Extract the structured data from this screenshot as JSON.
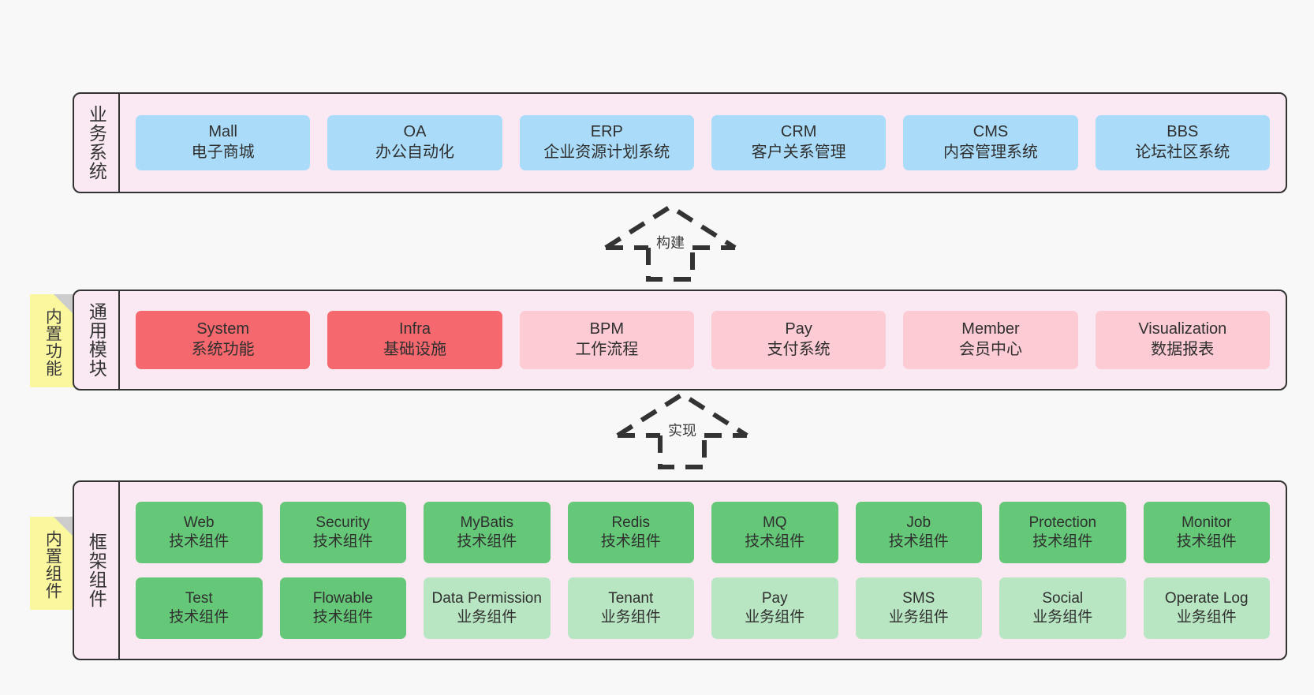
{
  "diagram": {
    "background_color": "#f8f8f8",
    "panel_fill": "#fae9f3",
    "panel_border": "#333333"
  },
  "layers": [
    {
      "id": "business",
      "title": "业务系统",
      "note": null,
      "rows": [
        {
          "cards": [
            {
              "en": "Mall",
              "cn": "电子商城",
              "style": "blue"
            },
            {
              "en": "OA",
              "cn": "办公自动化",
              "style": "blue"
            },
            {
              "en": "ERP",
              "cn": "企业资源计划系统",
              "style": "blue"
            },
            {
              "en": "CRM",
              "cn": "客户关系管理",
              "style": "blue"
            },
            {
              "en": "CMS",
              "cn": "内容管理系统",
              "style": "blue"
            },
            {
              "en": "BBS",
              "cn": "论坛社区系统",
              "style": "blue"
            }
          ]
        }
      ]
    },
    {
      "id": "common",
      "title": "通用模块",
      "note": "内置功能",
      "rows": [
        {
          "cards": [
            {
              "en": "System",
              "cn": "系统功能",
              "style": "red"
            },
            {
              "en": "Infra",
              "cn": "基础设施",
              "style": "red"
            },
            {
              "en": "BPM",
              "cn": "工作流程",
              "style": "pink"
            },
            {
              "en": "Pay",
              "cn": "支付系统",
              "style": "pink"
            },
            {
              "en": "Member",
              "cn": "会员中心",
              "style": "pink"
            },
            {
              "en": "Visualization",
              "cn": "数据报表",
              "style": "pink"
            }
          ]
        }
      ]
    },
    {
      "id": "framework",
      "title": "框架组件",
      "note": "内置组件",
      "rows": [
        {
          "cards": [
            {
              "en": "Web",
              "cn": "技术组件",
              "style": "green"
            },
            {
              "en": "Security",
              "cn": "技术组件",
              "style": "green"
            },
            {
              "en": "MyBatis",
              "cn": "技术组件",
              "style": "green"
            },
            {
              "en": "Redis",
              "cn": "技术组件",
              "style": "green"
            },
            {
              "en": "MQ",
              "cn": "技术组件",
              "style": "green"
            },
            {
              "en": "Job",
              "cn": "技术组件",
              "style": "green"
            },
            {
              "en": "Protection",
              "cn": "技术组件",
              "style": "green"
            },
            {
              "en": "Monitor",
              "cn": "技术组件",
              "style": "green"
            }
          ]
        },
        {
          "cards": [
            {
              "en": "Test",
              "cn": "技术组件",
              "style": "green"
            },
            {
              "en": "Flowable",
              "cn": "技术组件",
              "style": "green"
            },
            {
              "en": "Data Permission",
              "cn": "业务组件",
              "style": "lgreen"
            },
            {
              "en": "Tenant",
              "cn": "业务组件",
              "style": "lgreen"
            },
            {
              "en": "Pay",
              "cn": "业务组件",
              "style": "lgreen"
            },
            {
              "en": "SMS",
              "cn": "业务组件",
              "style": "lgreen"
            },
            {
              "en": "Social",
              "cn": "业务组件",
              "style": "lgreen"
            },
            {
              "en": "Operate Log",
              "cn": "业务组件",
              "style": "lgreen"
            }
          ]
        }
      ]
    }
  ],
  "arrows": [
    {
      "id": "build",
      "label": "构建",
      "from": "common",
      "to": "business"
    },
    {
      "id": "realize",
      "label": "实现",
      "from": "framework",
      "to": "common"
    }
  ],
  "colors": {
    "blue": "#aadcfa",
    "red": "#f4686e",
    "pink": "#fccbd4",
    "green": "#65c878",
    "light_green": "#b9e6c2",
    "note_yellow": "#fbf79e",
    "note_fold": "#cccccc"
  }
}
